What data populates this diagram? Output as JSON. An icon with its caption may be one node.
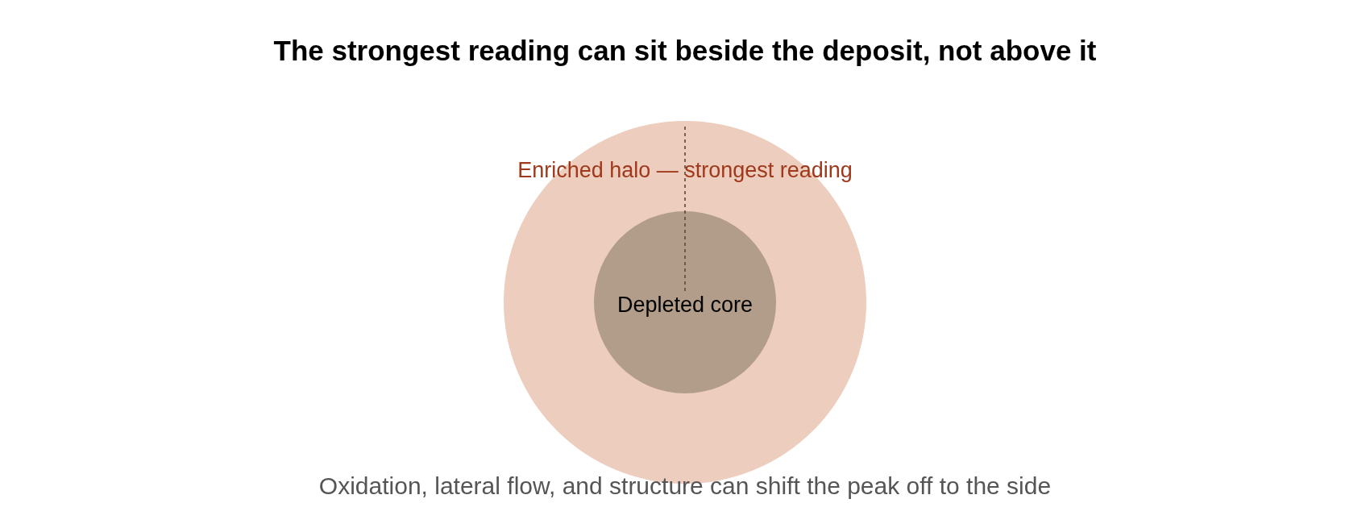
{
  "diagram": {
    "title": "The strongest reading can sit beside the deposit, not above it",
    "caption": "Oxidation, lateral flow, and structure can shift the peak off to the side",
    "nodes": [
      {
        "text": [
          "Enriched halo — strongest reading"
        ]
      },
      {
        "text": [
          "Depleted core"
        ],
        "in": 0
      }
    ]
  }
}
